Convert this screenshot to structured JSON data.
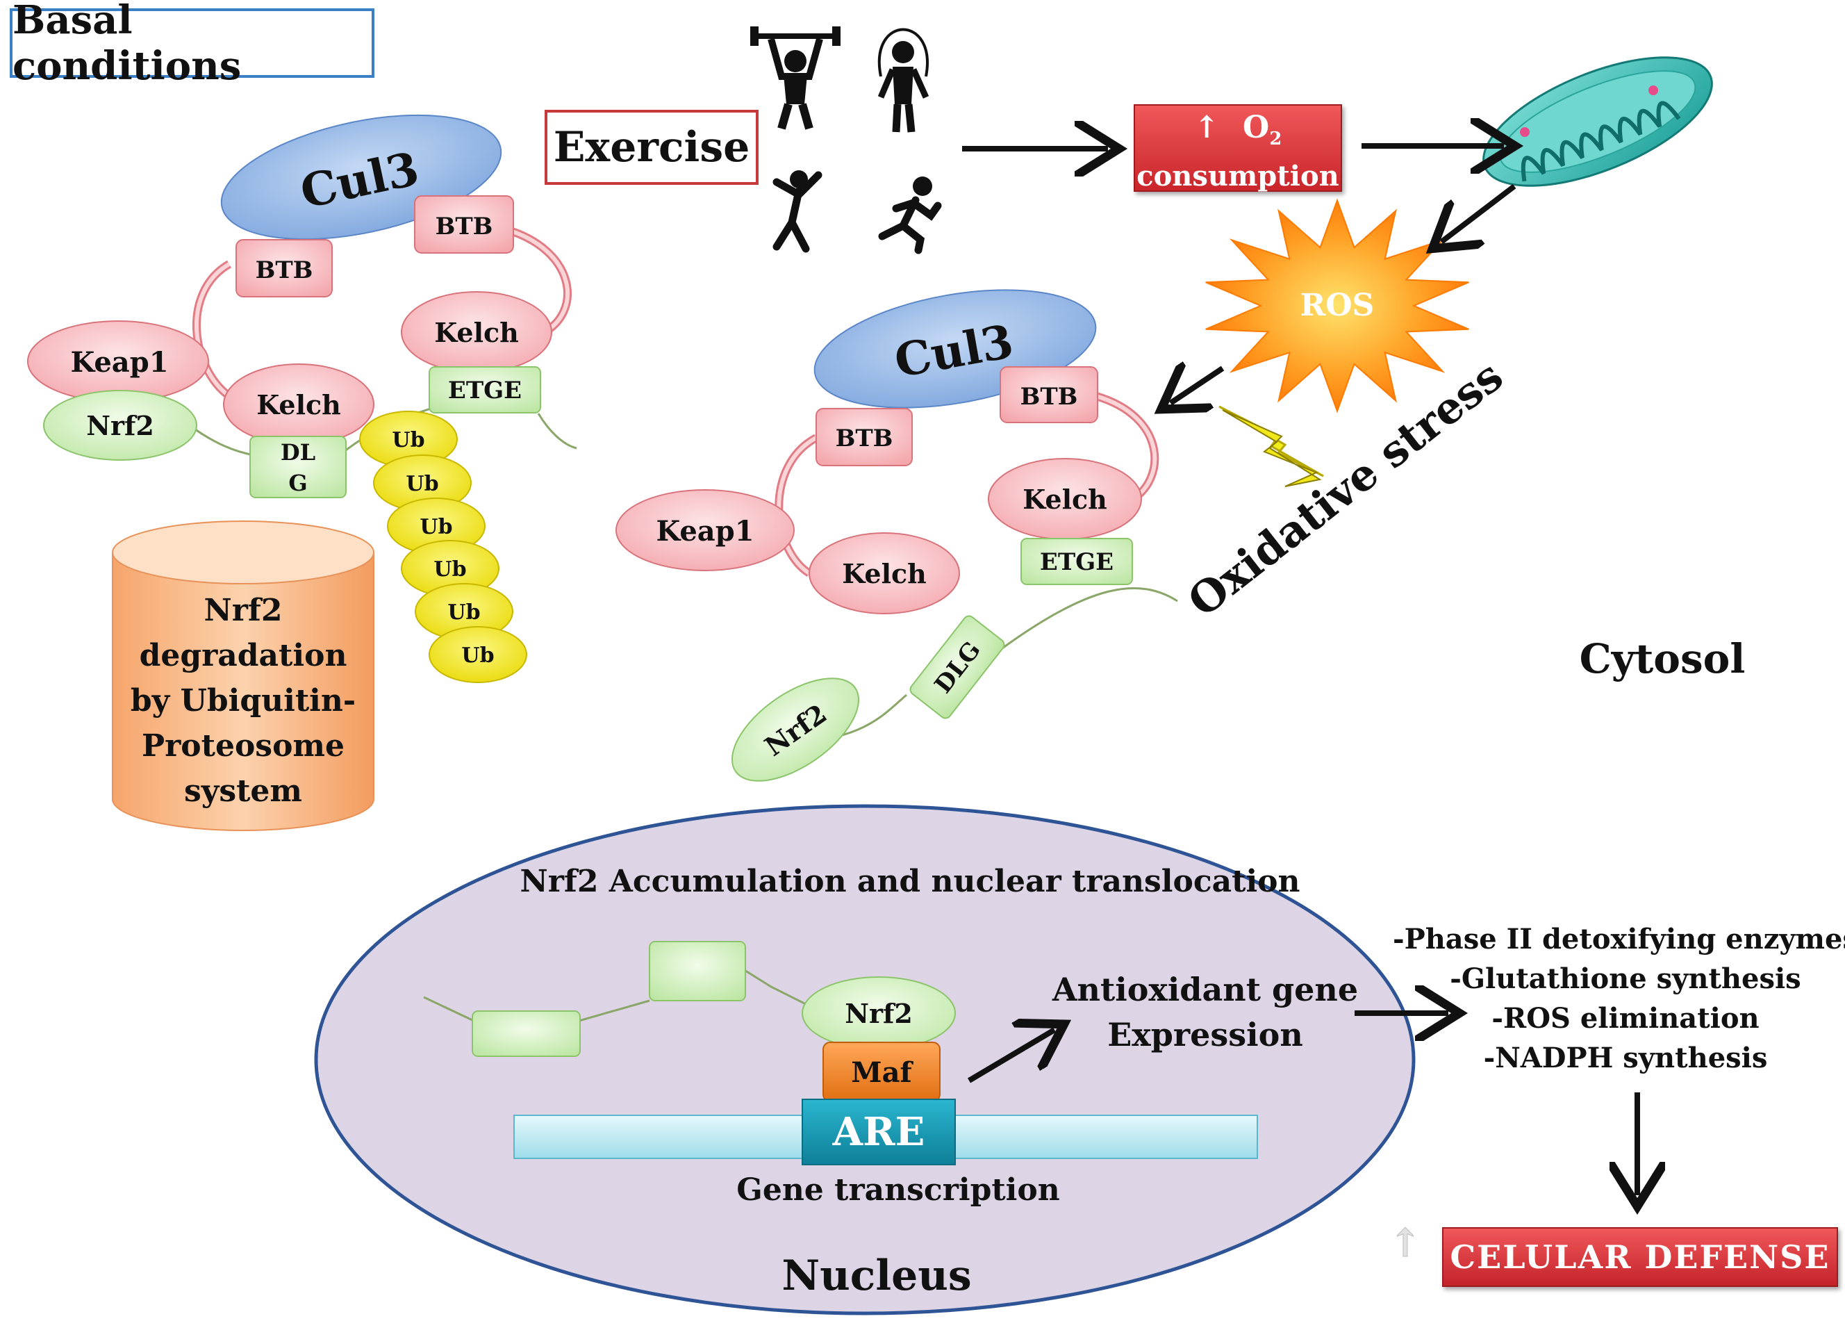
{
  "header": {
    "basal_conditions": "Basal conditions",
    "exercise": "Exercise",
    "o2_arrow": "↑",
    "o2_symbol": "O",
    "o2_subscript": "2",
    "o2_consumption": "consumption"
  },
  "basal_complex": {
    "cul3": "Cul3",
    "btb_left": "BTB",
    "btb_right": "BTB",
    "keap1": "Keap1",
    "kelch_left": "Kelch",
    "kelch_right": "Kelch",
    "etge": "ETGE",
    "nrf2": "Nrf2",
    "dlg_line1": "DL",
    "dlg_line2": "G",
    "ubiquitin": [
      "Ub",
      "Ub",
      "Ub",
      "Ub",
      "Ub",
      "Ub"
    ]
  },
  "degradation": {
    "lines": [
      "Nrf2",
      "degradation",
      "by Ubiquitin-",
      "Proteosome",
      "system"
    ]
  },
  "stress_complex": {
    "cul3": "Cul3",
    "btb_left": "BTB",
    "btb_right": "BTB",
    "keap1": "Keap1",
    "kelch_left": "Kelch",
    "kelch_right": "Kelch",
    "etge": "ETGE",
    "dlg": "DLG",
    "nrf2": "Nrf2"
  },
  "stress": {
    "ros": "ROS",
    "oxidative_stress": "Oxidative stress"
  },
  "cytosol_label": "Cytosol",
  "nucleus": {
    "accumulation": "Nrf2 Accumulation and nuclear translocation",
    "nrf2": "Nrf2",
    "maf": "Maf",
    "are": "ARE",
    "gene_transcription": "Gene transcription",
    "antioxidant_line1": "Antioxidant gene",
    "antioxidant_line2": "Expression",
    "label": "Nucleus"
  },
  "outcomes": {
    "items": [
      "-Phase II detoxifying enzymes",
      "-Glutathione synthesis",
      "-ROS elimination",
      "-NADPH synthesis"
    ],
    "small_arrow": "↑",
    "cellular_defense": "CELULAR DEFENSE"
  },
  "colors": {
    "cul3_fill": "#8fb3e6",
    "pink_fill": "#f7b8bc",
    "green_fill": "#d4f2c0",
    "ub_fill": "#f5ea12",
    "nucleus_fill": "#ddd5e6",
    "nucleus_stroke": "#2f5496",
    "are_fill": "#1a9bb5",
    "maf_fill": "#f08a2a",
    "red_box": "#d32f2f"
  }
}
